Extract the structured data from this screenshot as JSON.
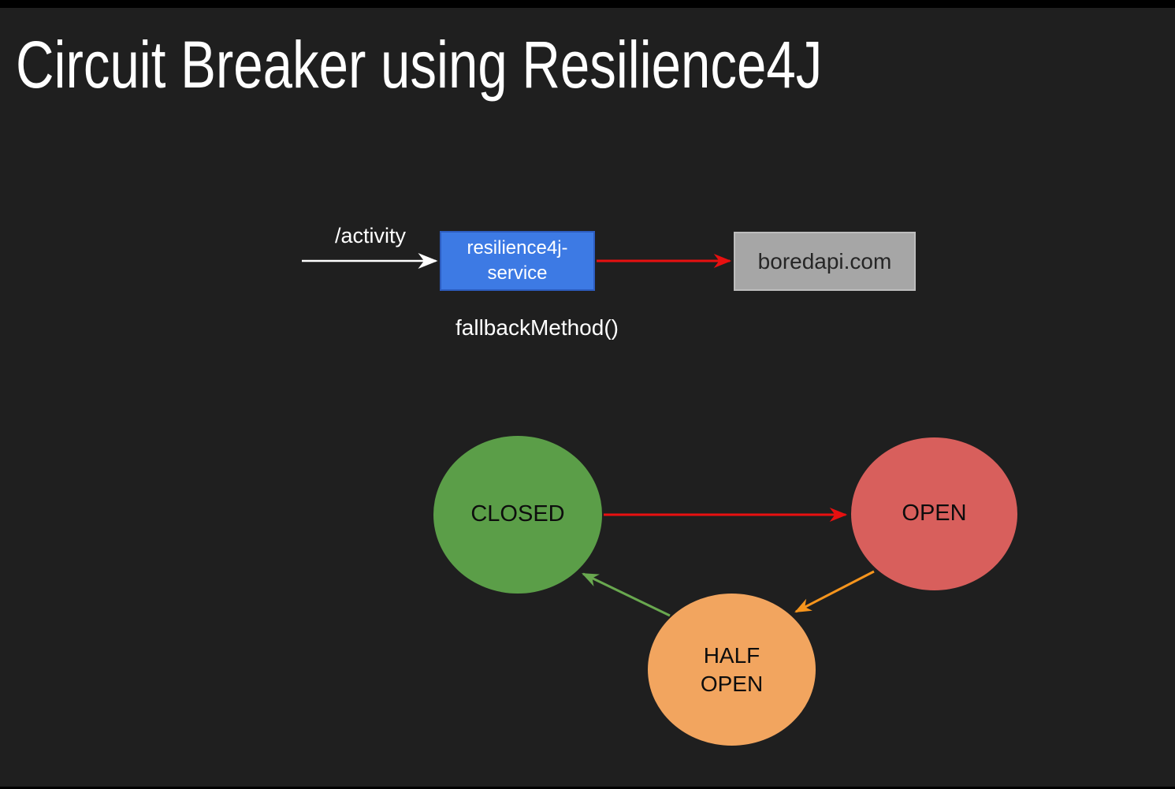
{
  "slide": {
    "title": "Circuit Breaker using Resilience4J"
  },
  "flow": {
    "request_label": "/activity",
    "service_box": {
      "line1": "resilience4j-",
      "line2": "service"
    },
    "api_box": {
      "label": "boredapi.com"
    },
    "fallback_label": "fallbackMethod()"
  },
  "state_diagram": {
    "closed": {
      "label": "CLOSED"
    },
    "open": {
      "label": "OPEN"
    },
    "half_open": {
      "line1": "HALF",
      "line2": "OPEN"
    }
  },
  "colors": {
    "background": "#1f1f1f",
    "title_text": "#ffffff",
    "service_box_fill": "#3d7ae4",
    "service_box_border": "#2d5dc0",
    "api_box_fill": "#a6a6a6",
    "api_box_text": "#262626",
    "request_arrow": "#ffffff",
    "failure_arrow": "#e81010",
    "closed_state_fill": "#5b9e48",
    "open_state_fill": "#d85f5c",
    "half_open_state_fill": "#f2a55f",
    "open_to_half_open_arrow": "#f6951d",
    "half_open_to_closed_arrow": "#69a84f",
    "state_label_text": "#0d0d0d"
  }
}
